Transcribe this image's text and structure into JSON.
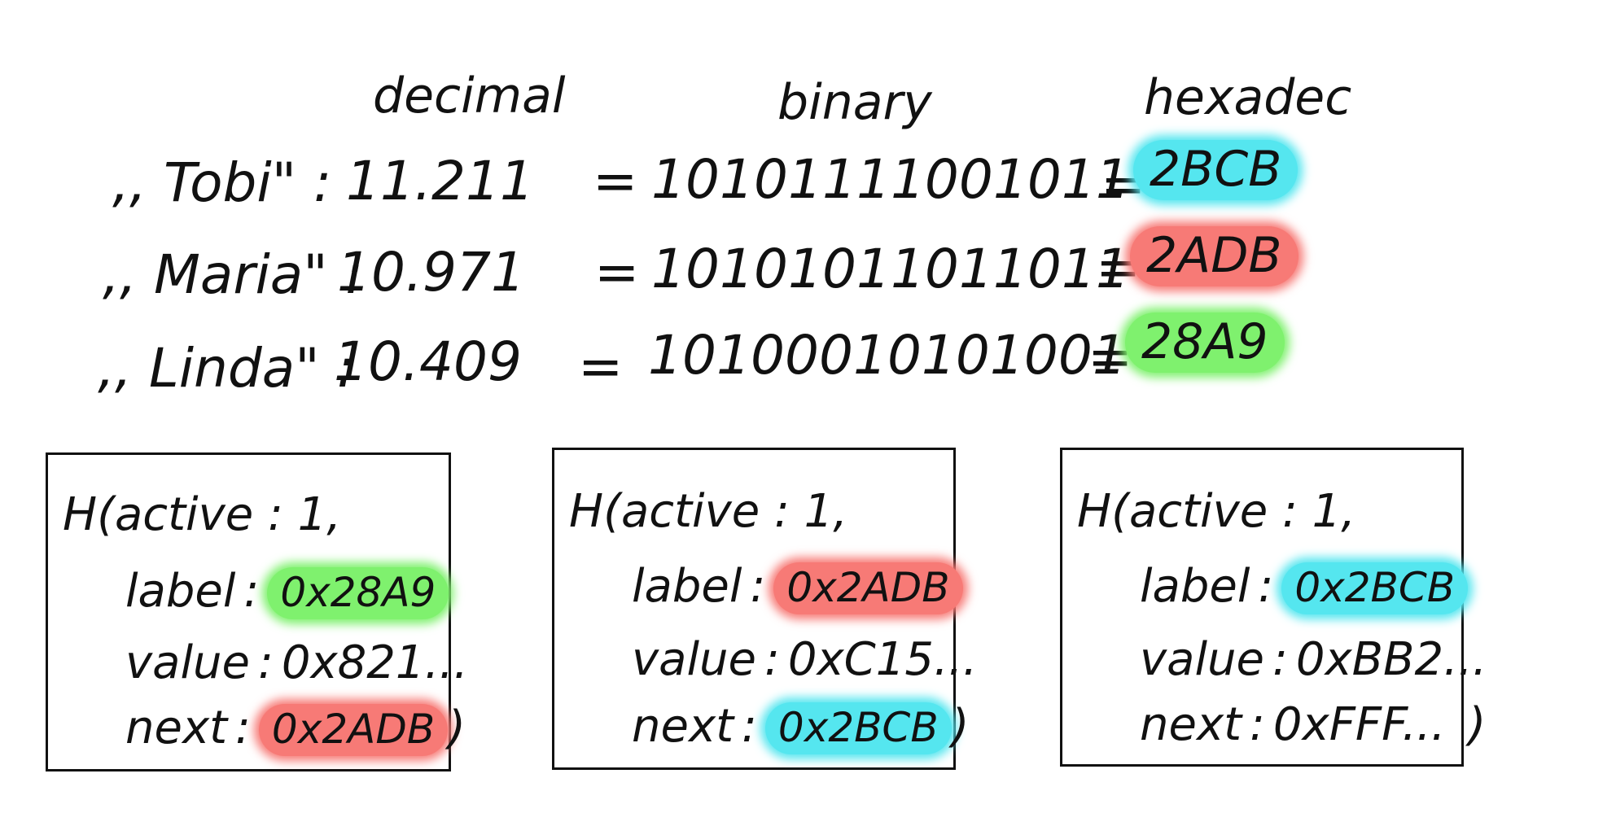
{
  "table": {
    "headers": [
      "decimal",
      "binary",
      "hexadec"
    ],
    "rows": [
      {
        "name": ",, Tobi\" :",
        "decimal": "11.211",
        "eq1": "=",
        "binary": "10101111001011",
        "eq2": "=",
        "hex": "2BCB",
        "hex_color": "#55e6ef"
      },
      {
        "name": ",, Maria\" :",
        "decimal": "10.971",
        "eq1": "=",
        "binary": "10101011011011",
        "eq2": "=",
        "hex": "2ADB",
        "hex_color": "#f77a76"
      },
      {
        "name": ",, Linda\" :",
        "decimal": "10.409",
        "eq1": "=",
        "binary": "10100010101001",
        "eq2": "=",
        "hex": "28A9",
        "hex_color": "#7ff16e"
      }
    ]
  },
  "nodes": [
    {
      "line1": "H(active : 1,",
      "label_key": "label",
      "label_value": "0x28A9",
      "label_color": "#7ff16e",
      "value_key": "value",
      "value_value": "0x821...",
      "next_key": "next",
      "next_value": "0x2ADB",
      "next_color": "#f77a76",
      "close": ")"
    },
    {
      "line1": "H(active : 1,",
      "label_key": "label",
      "label_value": "0x2ADB",
      "label_color": "#f77a76",
      "value_key": "value",
      "value_value": "0xC15...",
      "next_key": "next",
      "next_value": "0x2BCB",
      "next_color": "#55e6ef",
      "close": ")"
    },
    {
      "line1": "H(active : 1,",
      "label_key": "label",
      "label_value": "0x2BCB",
      "label_color": "#55e6ef",
      "value_key": "value",
      "value_value": "0xBB2...",
      "next_key": "next",
      "next_value": "0xFFF...",
      "next_color": "",
      "close": ")"
    }
  ]
}
